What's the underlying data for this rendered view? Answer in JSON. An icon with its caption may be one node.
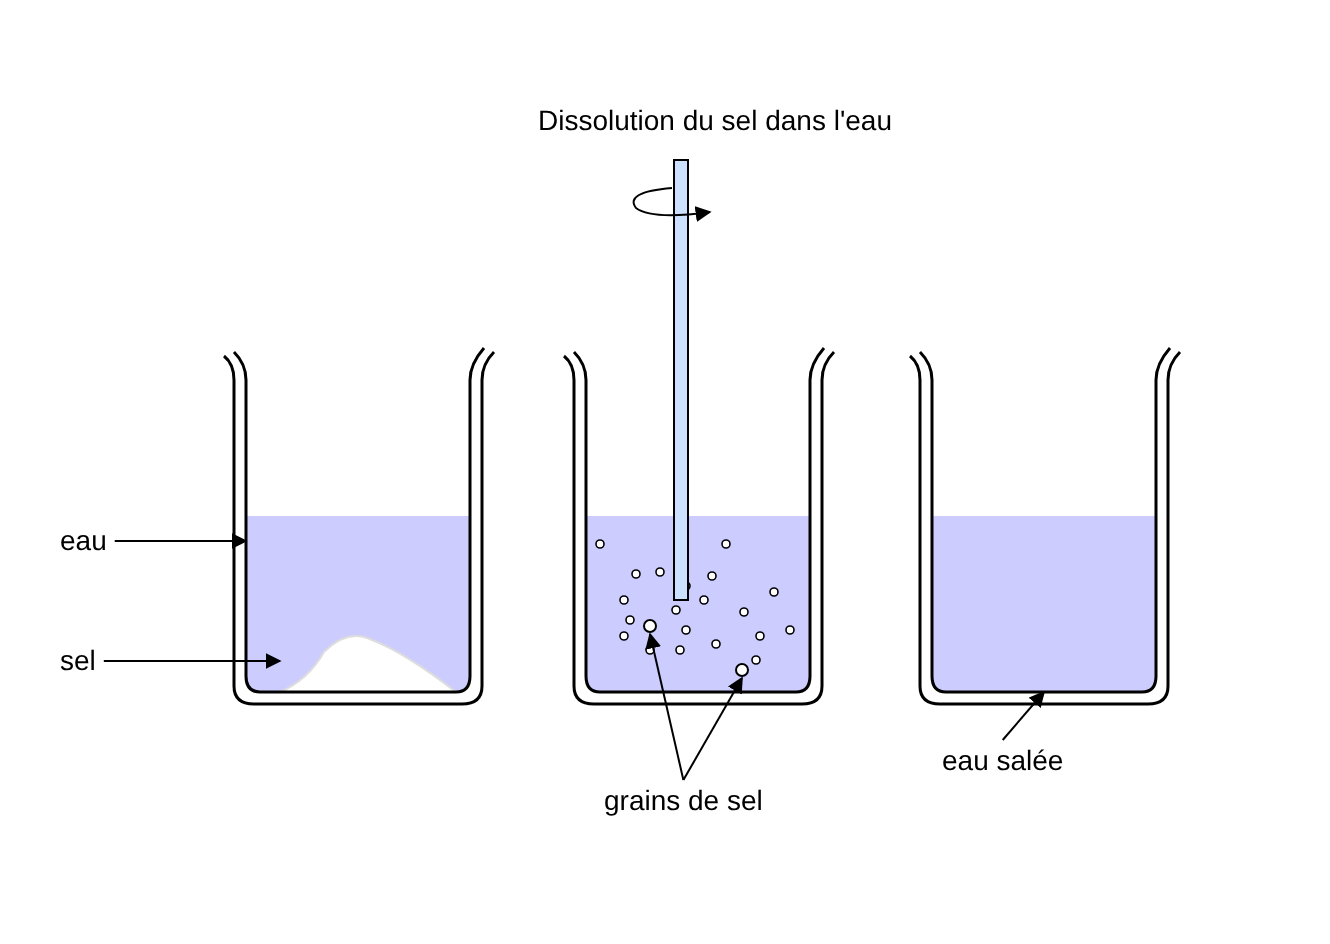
{
  "diagram": {
    "title": "Dissolution du sel dans l'eau",
    "nodes": [
      {
        "text": [
          "eau"
        ]
      },
      {
        "text": [],
        "shape": "box"
      },
      {
        "text": [
          "sel"
        ]
      },
      {
        "text": [],
        "shape": "pile",
        "in": 1
      },
      {
        "text": [],
        "shape": "circle"
      },
      {
        "text": [],
        "shape": "circle"
      },
      {
        "text": [
          "grains de sel"
        ]
      },
      {
        "text": [
          "eau salée"
        ]
      },
      {
        "text": [],
        "shape": "box"
      }
    ],
    "edges": [
      {
        "from": 0,
        "to": 1,
        "arrow": "to"
      },
      {
        "from": 2,
        "to": 3,
        "arrow": "to"
      },
      {
        "from": 6,
        "to": 4,
        "arrow": "to"
      },
      {
        "from": 6,
        "to": 5,
        "arrow": "to"
      },
      {
        "from": 7,
        "to": 8,
        "arrow": "to"
      }
    ]
  }
}
